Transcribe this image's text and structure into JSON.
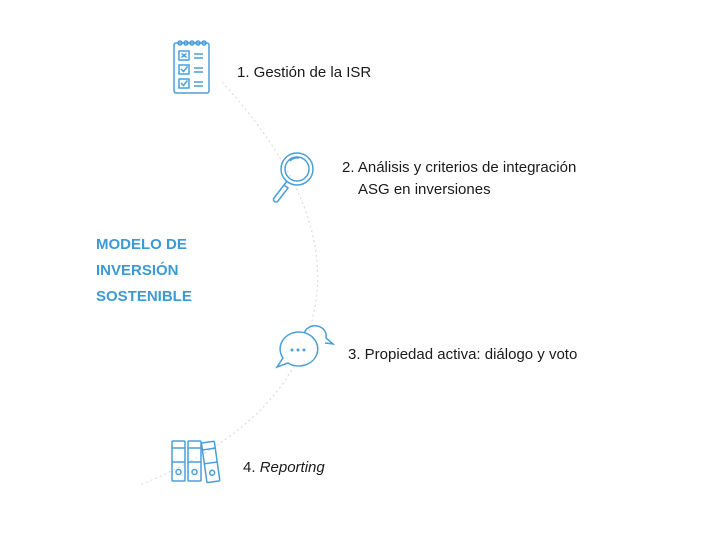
{
  "title_lines": [
    "MODELO DE",
    "INVERSIÓN",
    "SOSTENIBLE"
  ],
  "steps": [
    {
      "label": "1. Gestión de la ISR",
      "icon": "checklist-icon"
    },
    {
      "label_line1": "2. Análisis y criterios de integración",
      "label_line2": "ASG en inversiones",
      "icon": "magnifier-icon"
    },
    {
      "label": "3. Propiedad activa: diálogo y voto",
      "icon": "speech-bubbles-icon"
    },
    {
      "number": "4.",
      "label": "Reporting",
      "icon": "binders-icon"
    }
  ],
  "colors": {
    "accent": "#3b9ad6",
    "icon": "#4a9fd8",
    "arc": "#d8dde2"
  }
}
